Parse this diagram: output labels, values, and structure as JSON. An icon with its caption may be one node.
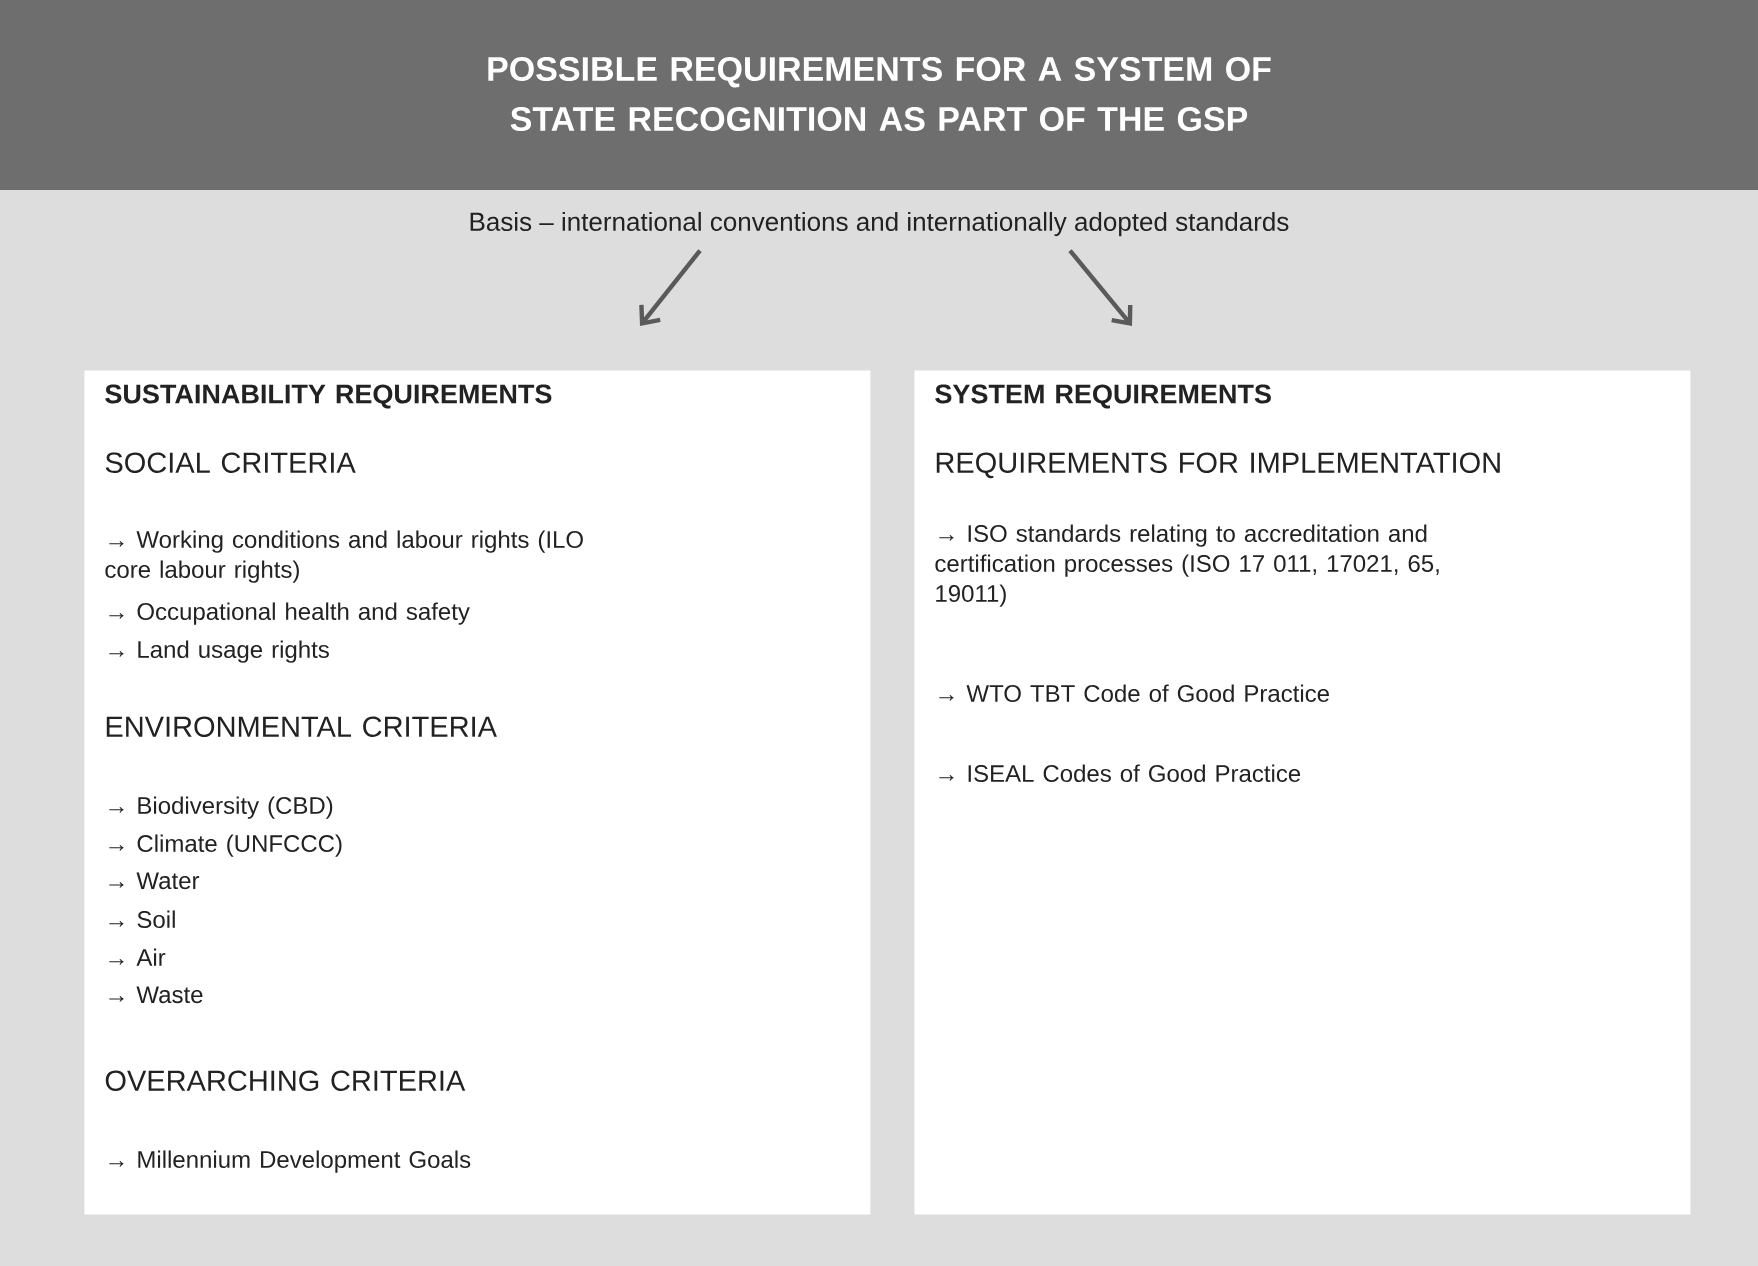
{
  "diagram": {
    "title": "POSSIBLE REQUIREMENTS FOR A SYSTEM OF STATE RECOGNITION AS PART OF THE GSP",
    "nodes": [
      {
        "text": [
          "Basis – international conventions and internationally adopted standards"
        ]
      },
      {
        "text": [
          "SUSTAINABILITY REQUIREMENTS",
          "SOCIAL CRITERIA",
          "→ Working conditions and labour rights (ILO core labour rights)",
          "→ Occupational health and safety",
          "→ Land usage rights",
          "ENVIRONMENTAL CRITERIA",
          "→ Biodiversity (CBD)",
          "→ Climate (UNFCCC)",
          "→ Water",
          "→ Soil",
          "→ Air",
          "→ Waste",
          "OVERARCHING CRITERIA",
          "→ Millennium Development Goals"
        ]
      },
      {
        "text": [
          "SYSTEM REQUIREMENTS",
          "REQUIREMENTS FOR IMPLEMENTATION",
          "→ ISO standards relating to accreditation and certification processes (ISO 17 011, 17021, 65, 19011)",
          "→ WTO TBT Code of Good Practice",
          "→ ISEAL Codes of Good Practice"
        ]
      }
    ],
    "edges": [
      {
        "from": 0,
        "to": 1,
        "arrow": "to"
      },
      {
        "from": 0,
        "to": 2,
        "arrow": "to"
      }
    ]
  }
}
